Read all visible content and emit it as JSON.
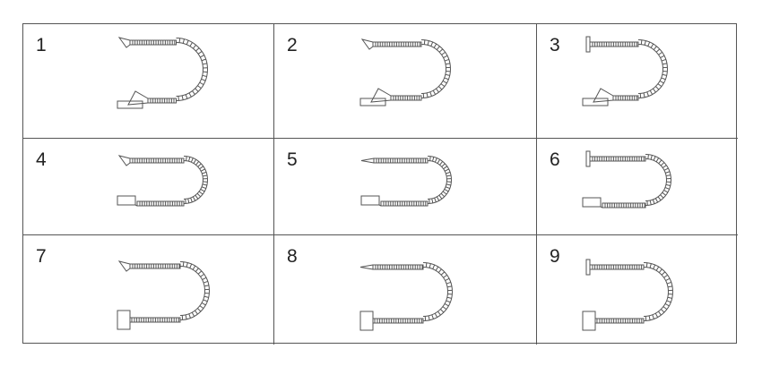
{
  "diagram": {
    "colors": {
      "line": "#555555",
      "ink": "#222222",
      "background": "#ffffff"
    },
    "variants": [
      {
        "number": "1",
        "end_top": "angled-bracket",
        "end_bottom": "angled-bracket-with-plate"
      },
      {
        "number": "2",
        "end_top": "angled-bracket",
        "end_bottom": "angled-bracket-with-plate"
      },
      {
        "number": "3",
        "end_top": "flange",
        "end_bottom": "angled-bracket-with-plate"
      },
      {
        "number": "4",
        "end_top": "angled-bracket",
        "end_bottom": "plate"
      },
      {
        "number": "5",
        "end_top": "pointed-bracket",
        "end_bottom": "plate"
      },
      {
        "number": "6",
        "end_top": "flange",
        "end_bottom": "plate"
      },
      {
        "number": "7",
        "end_top": "angled-bracket",
        "end_bottom": "block"
      },
      {
        "number": "8",
        "end_top": "pointed-bracket",
        "end_bottom": "block"
      },
      {
        "number": "9",
        "end_top": "flange",
        "end_bottom": "block"
      }
    ]
  }
}
